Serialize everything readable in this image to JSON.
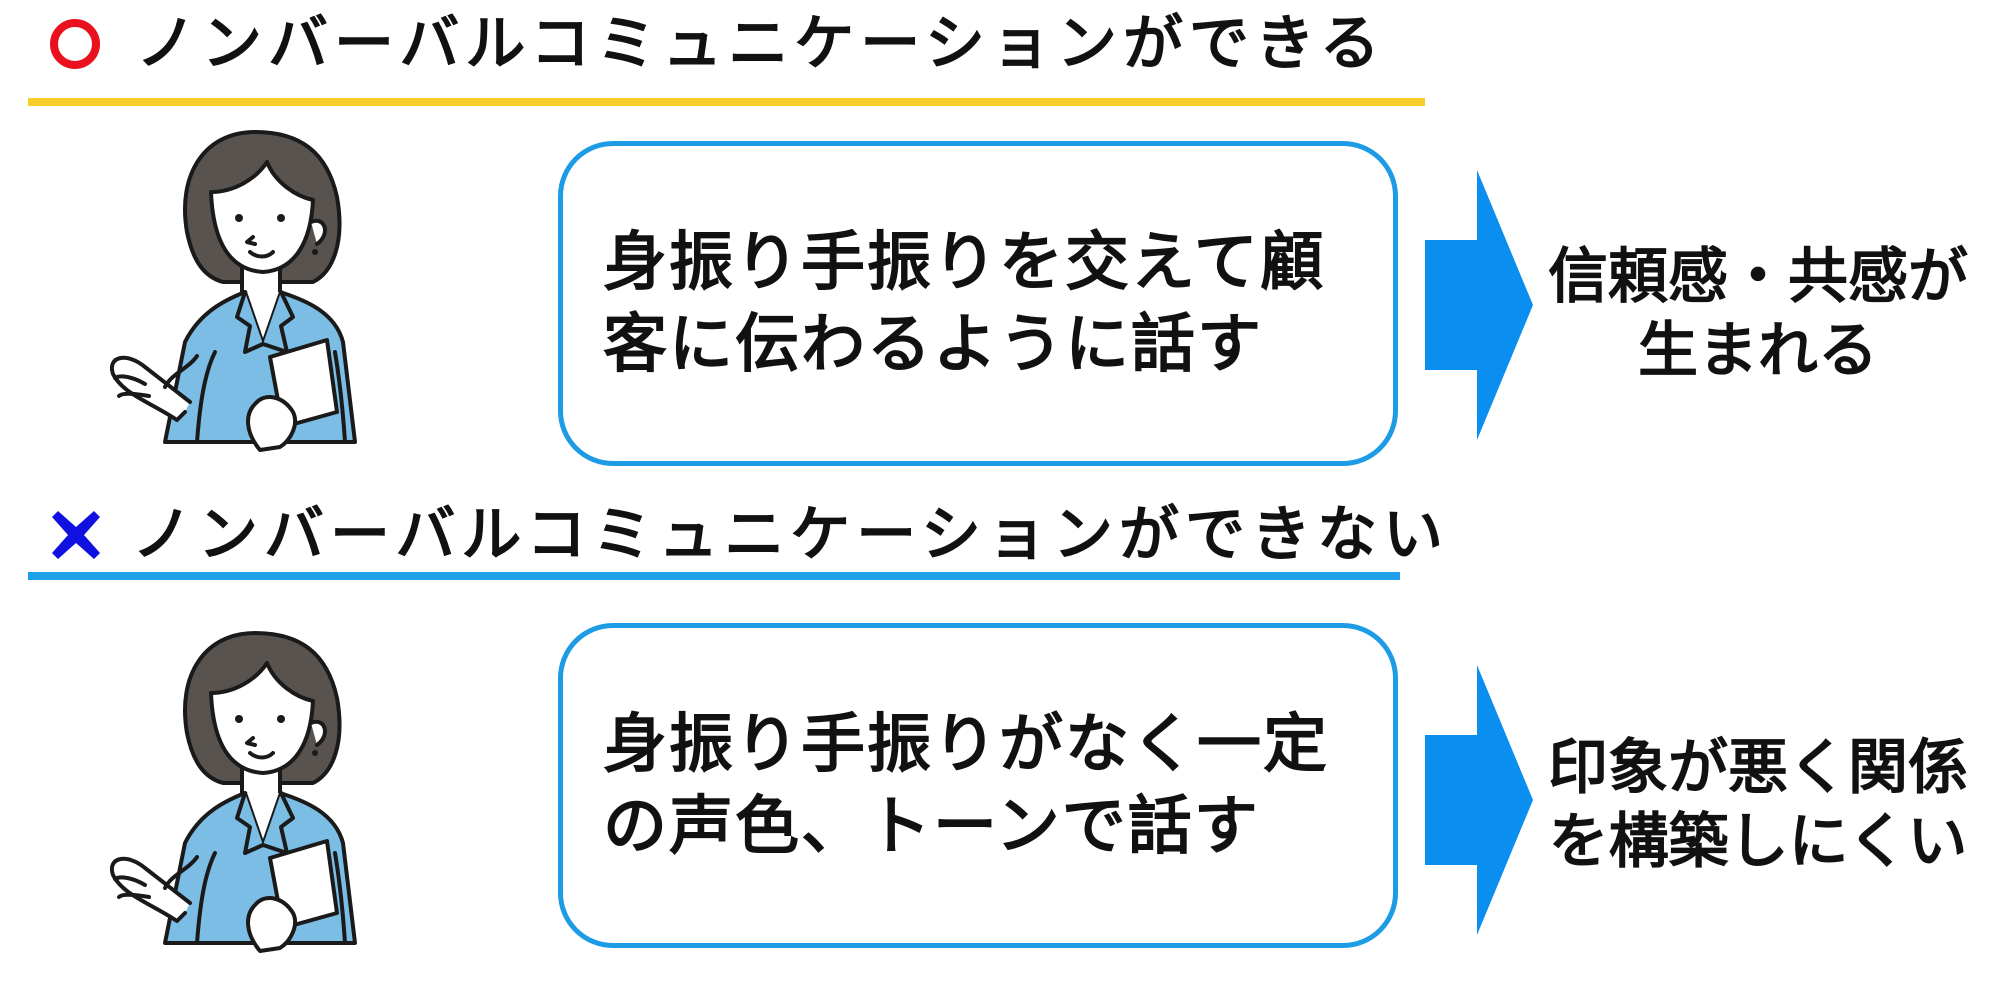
{
  "good": {
    "heading": "ノンバーバルコミュニケーションができる",
    "box_lines": [
      "身振り手振りを交えて顧",
      "客に伝わるように話す"
    ],
    "result_lines": [
      "信頼感・共感が",
      "生まれる"
    ]
  },
  "bad": {
    "heading": "ノンバーバルコミュニケーションができない",
    "box_lines": [
      "身振り手振りがなく一定",
      "の声色、トーンで話す"
    ],
    "result_lines": [
      "印象が悪く関係",
      "を構築しにくい"
    ]
  },
  "icons": {
    "good_mark": "red-circle-icon",
    "bad_mark": "blue-cross-icon",
    "person": "businesswoman-gesturing-illustration",
    "arrow": "right-arrow-icon"
  },
  "colors": {
    "good_mark": "#e8111d",
    "bad_mark": "#1010e0",
    "good_underline": "#f7cd2b",
    "bad_underline": "#1da0e8",
    "box_border": "#1e9be5",
    "arrow": "#0a8ff0",
    "jacket": "#7bbde4",
    "hair": "#595350"
  }
}
